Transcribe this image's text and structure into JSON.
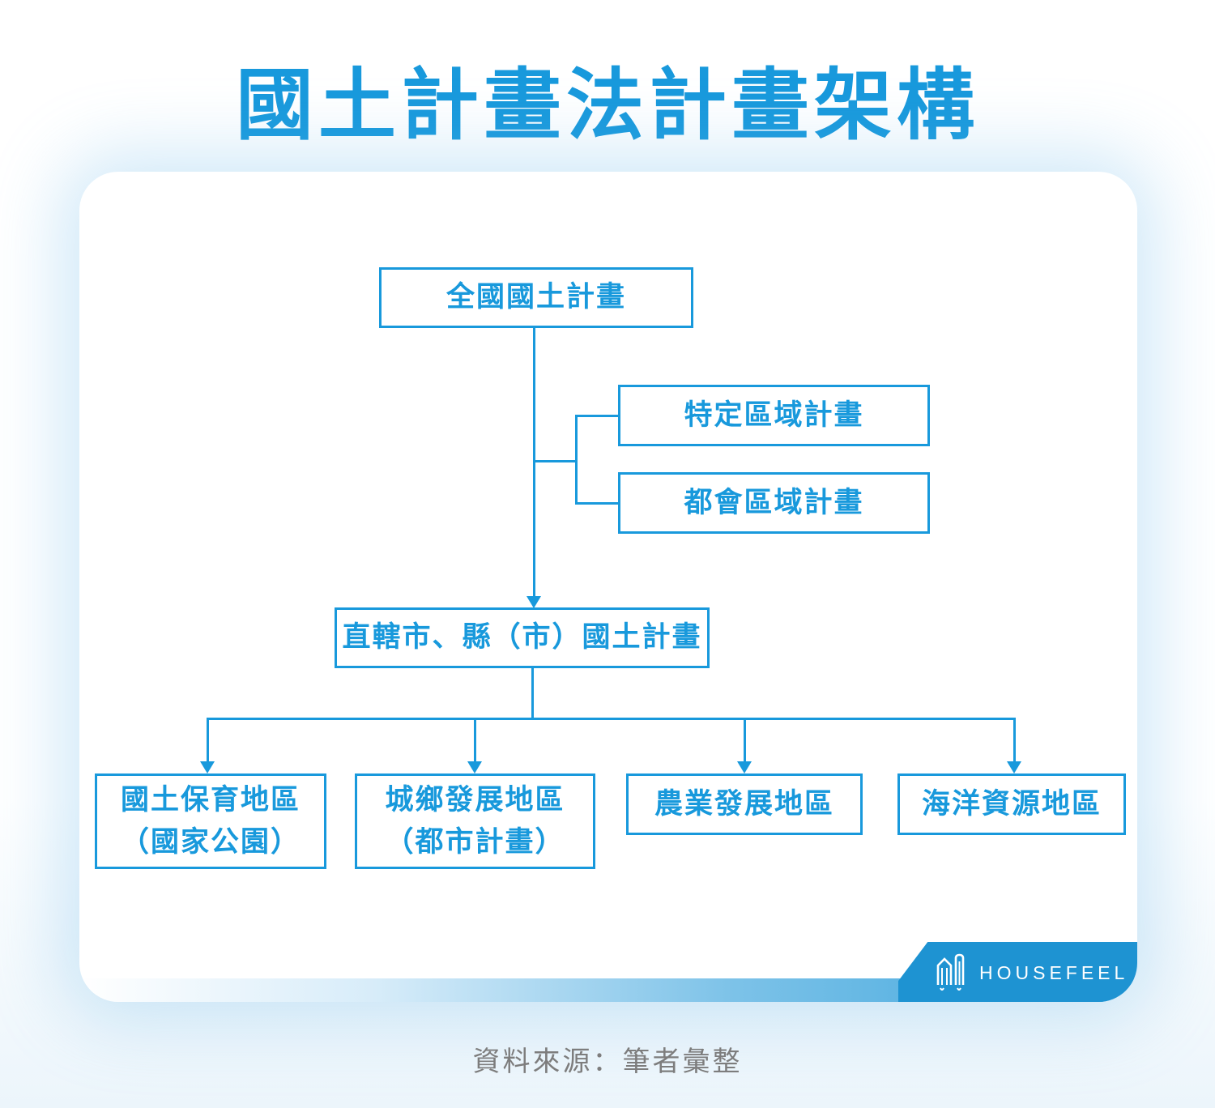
{
  "title": "國土計畫法計畫架構",
  "caption": "資料來源：筆者彙整",
  "brand": {
    "name": "HOUSEFEEL",
    "icon": "housefeel-buildings-icon"
  },
  "colors": {
    "accent_blue": "#1899DC",
    "ribbon_blue": "#1E93D2",
    "caption_gray": "#7D7D7D",
    "box_background": "#FFFFFF"
  },
  "flowchart": {
    "nodes": {
      "national": {
        "label": "全國國土計畫"
      },
      "specific_region": {
        "label": "特定區域計畫"
      },
      "metro_region": {
        "label": "都會區域計畫"
      },
      "county": {
        "label": "直轄市、縣（市）國土計畫"
      },
      "conservation": {
        "label": "國土保育地區",
        "sublabel": "（國家公園）"
      },
      "urban_rural": {
        "label": "城鄉發展地區",
        "sublabel": "（都市計畫）"
      },
      "agriculture": {
        "label": "農業發展地區"
      },
      "marine": {
        "label": "海洋資源地區"
      }
    }
  }
}
